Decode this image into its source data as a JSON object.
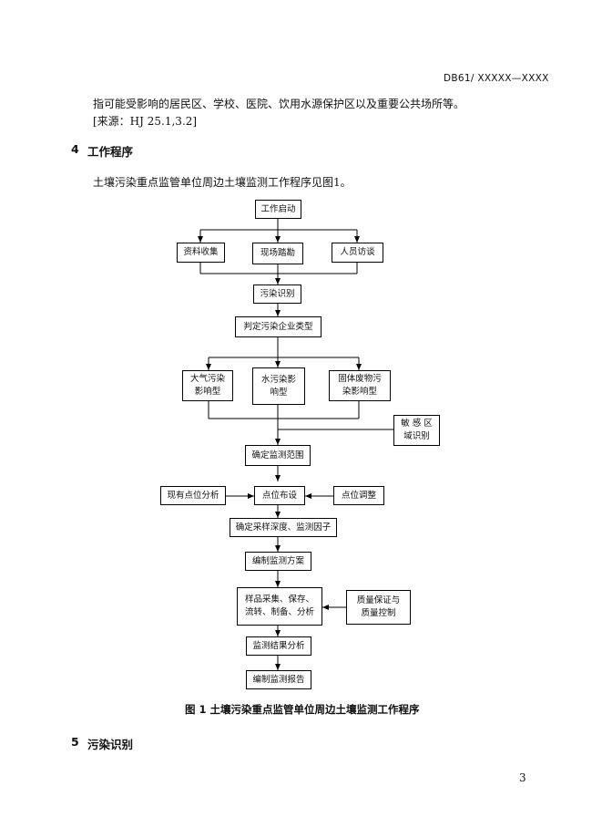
{
  "header": {
    "doc_code": "DB61/ XXXXX—XXXX"
  },
  "definition": {
    "line1": "指可能受影响的居民区、学校、医院、饮用水源保护区以及重要公共场所等。",
    "source": "[来源：HJ 25.1,3.2]"
  },
  "section4": {
    "number": "4",
    "title": "工作程序",
    "intro": "土壤污染重点监管单位周边土壤监测工作程序见图1。"
  },
  "flowchart": {
    "start": "工作启动",
    "collect": "资料收集",
    "survey": "现场踏勘",
    "interview": "人员访谈",
    "identify": "污染识别",
    "classify": "判定污染企业类型",
    "air": "大气污染\n影响型",
    "water": "水污染影\n响型",
    "solid": "固体废物污\n染影响型",
    "sensitive": "敏 感 区\n域识别",
    "scope": "确定监测范围",
    "existing": "现有点位分析",
    "layout": "点位布设",
    "adjust": "点位调整",
    "depth": "确定采样深度、监测因子",
    "plan": "编制监测方案",
    "sampling": "样品采集、保存、\n流转、制备、分析",
    "qa": "质量保证与\n质量控制",
    "result": "监测结果分析",
    "report": "编制监测报告"
  },
  "figure_caption": "图 1  土壤污染重点监管单位周边土壤监测工作程序",
  "section5": {
    "number": "5",
    "title": "污染识别"
  },
  "page_number": "3"
}
